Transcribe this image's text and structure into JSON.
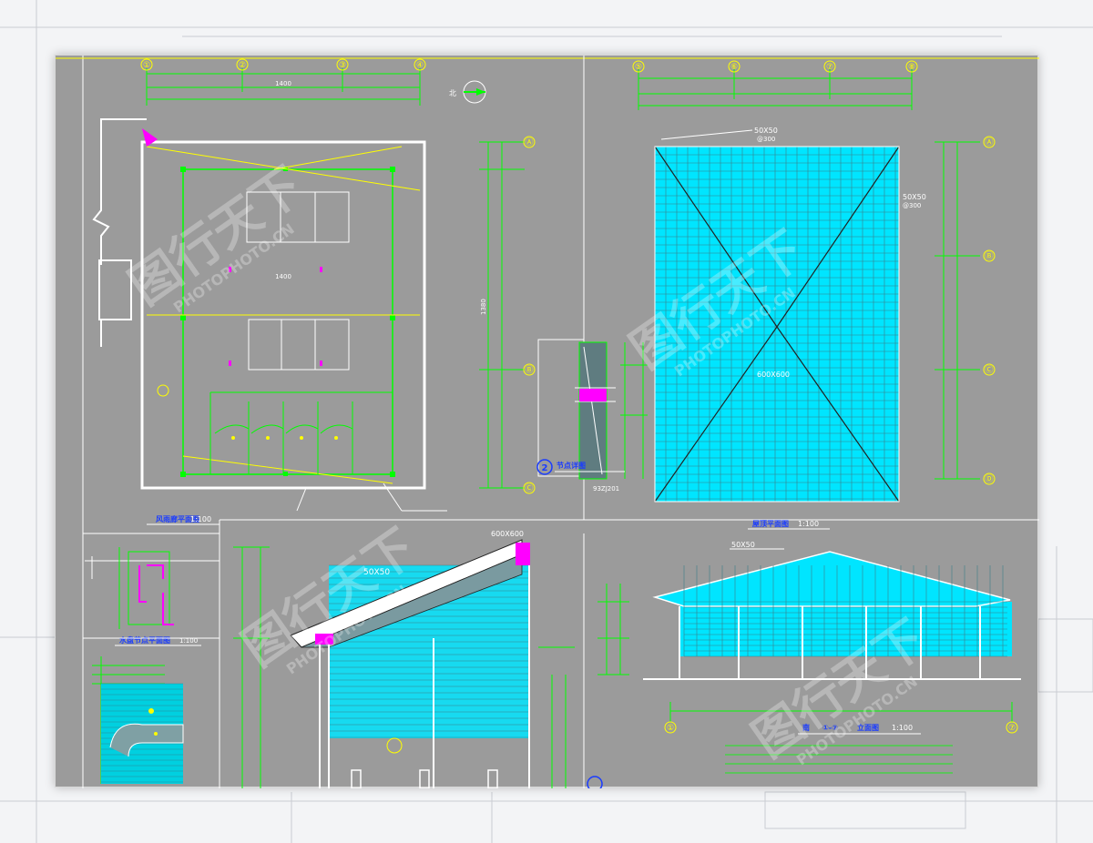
{
  "drawing": {
    "north_label": "北",
    "dims": {
      "plan_overall": "1400",
      "plan_inner": "1400",
      "plan_side": "1380",
      "panel_size_a": "600X600",
      "panel_size_b": "600X600",
      "member_top": "50X50",
      "member_roof": "50X50",
      "member_elev": "50X50",
      "member_side": "50X50",
      "spacing_300": "@300",
      "drawing_code": "93ZJ201"
    },
    "grid_marks": [
      "①",
      "②",
      "③",
      "④",
      "⑤",
      "⑥",
      "⑦",
      "⑧",
      "Ⓐ",
      "Ⓑ",
      "Ⓒ",
      "Ⓓ"
    ],
    "titles": {
      "plan": "风雨廊平面图",
      "plan_scale": "1:100",
      "roof": "屋顶平面图",
      "roof_scale": "1:100",
      "elevation": "立面图",
      "elevation_scale": "1:100",
      "elevation_prefix": "南",
      "elevation_ref": "①-⑦",
      "detail_small": "水盘节点平面图",
      "detail_small_scale": "1:100",
      "node": "节点详图",
      "node_number": "2"
    },
    "watermark": {
      "cn": "图行天下",
      "en": "PHOTOPHOTO.CN"
    }
  },
  "colors": {
    "sheet_bg": "#9b9b9b",
    "line_green": "#00ff00",
    "line_cyan": "#00e5ff",
    "line_yellow": "#ffff00",
    "line_white": "#ffffff",
    "line_magenta": "#ff00ff",
    "title_blue": "#1a3cff"
  }
}
